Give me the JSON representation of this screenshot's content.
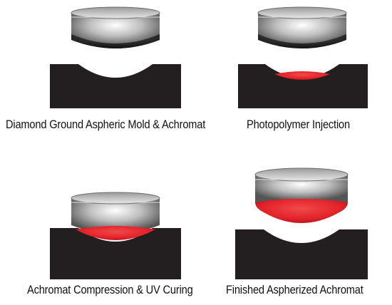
{
  "steps": [
    {
      "label": "Diamond Ground Aspheric Mold & Achromat"
    },
    {
      "label": "Photopolymer Injection"
    },
    {
      "label": "Achromat Compression & UV Curing"
    },
    {
      "label": "Finished Aspherized Achromat"
    }
  ],
  "colors": {
    "mold": "#231f20",
    "polymer": "#e3222a",
    "lens_light": "#f2f2f2",
    "lens_dark": "#3a3a3a"
  }
}
